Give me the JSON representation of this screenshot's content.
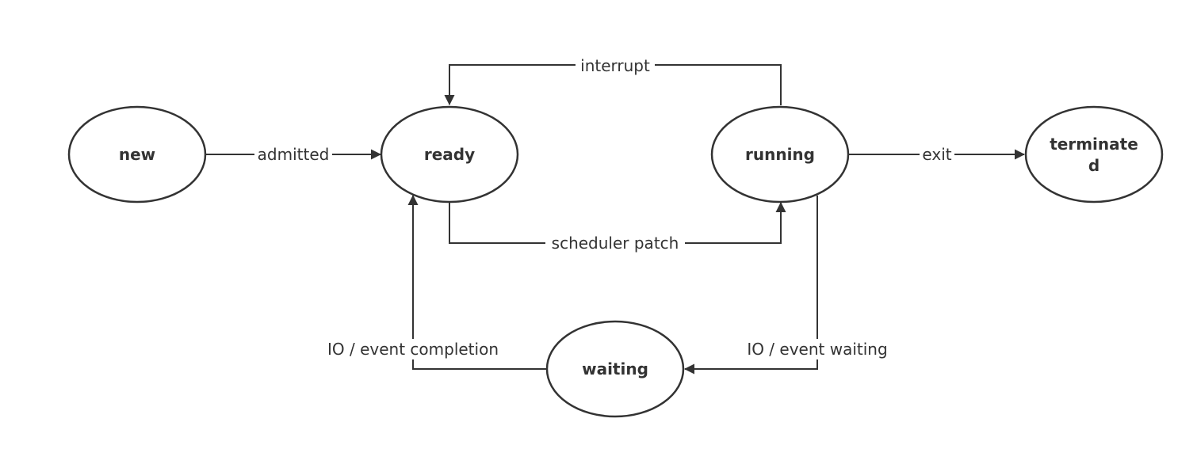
{
  "colors": {
    "stroke": "#333333",
    "text": "#333333",
    "background": "#ffffff"
  },
  "nodes": {
    "new": {
      "label": "new"
    },
    "ready": {
      "label": "ready"
    },
    "running": {
      "label": "running"
    },
    "terminated": {
      "label_line1": "terminate",
      "label_line2": "d"
    },
    "waiting": {
      "label": "waiting"
    }
  },
  "edges": {
    "admitted": {
      "label": "admitted",
      "from": "new",
      "to": "ready"
    },
    "interrupt": {
      "label": "interrupt",
      "from": "running",
      "to": "ready"
    },
    "scheduler_patch": {
      "label": "scheduler patch",
      "from": "ready",
      "to": "running"
    },
    "exit": {
      "label": "exit",
      "from": "running",
      "to": "terminated"
    },
    "io_event_waiting": {
      "label": "IO / event waiting",
      "from": "running",
      "to": "waiting"
    },
    "io_event_completion": {
      "label": "IO / event completion",
      "from": "waiting",
      "to": "ready"
    }
  }
}
